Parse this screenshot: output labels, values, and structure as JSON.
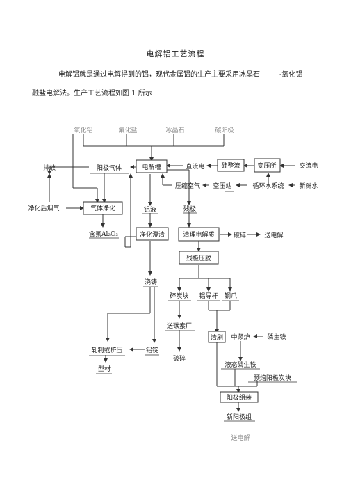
{
  "document": {
    "title": "电解铝工艺流程",
    "para_line1_a": "电解铝就是通过电解得到的铝，现代金属铝的生产主要采用冰晶石",
    "para_line1_b": "-氧化铝",
    "para_line2": "融盐电解法。生产工艺流程如图 1 所示"
  },
  "flowchart": {
    "raw_materials": [
      "氧化铝",
      "氟化盐",
      "冰晶石",
      "碳阳极"
    ],
    "electrolytic_cell": "电解槽",
    "anode_gas": "阳极气体",
    "emission": "排放",
    "dc_power": "直流电",
    "rectifier": "硅整流",
    "transformer": "变压所",
    "ac_power": "交流电",
    "compressed_air": "压缩空气",
    "air_compressor": "空压站",
    "circulating_water": "循环水系统",
    "fresh_water": "新鲜水",
    "cleaned_flue_gas": "净化后烟气",
    "gas_purification": "气体净化",
    "fluoride_alumina": "含氟Al₂O₃",
    "molten_aluminum": "铝液",
    "residual_anode": "残极",
    "purify_clarify": "净化澄清",
    "clean_electrolyte": "清理电解质",
    "crush": "破碎",
    "send_to_cell": "送电解",
    "casting": "浇铸",
    "press_residual_anode": "残极压脱",
    "broken_carbon": "碎炭块",
    "aluminum_rod": "铝导杆",
    "steel_claw": "钢爪",
    "to_carbon_plant": "送碳素厂",
    "crush2": "破碎",
    "rolling_extrusion": "轧制或挤压",
    "ingot": "铝锭",
    "profile": "型材",
    "brushing": "清刷",
    "medium_freq_furnace": "中频炉",
    "phosphorus_iron": "磷生铁",
    "liquid_phosphorus_iron": "液态磷生铁",
    "prebaked_anode": "预焙阳极炭块",
    "anode_assembly": "阳极组装",
    "new_anode_group": "新阳极组",
    "send_to_electrolysis": "送电解"
  }
}
